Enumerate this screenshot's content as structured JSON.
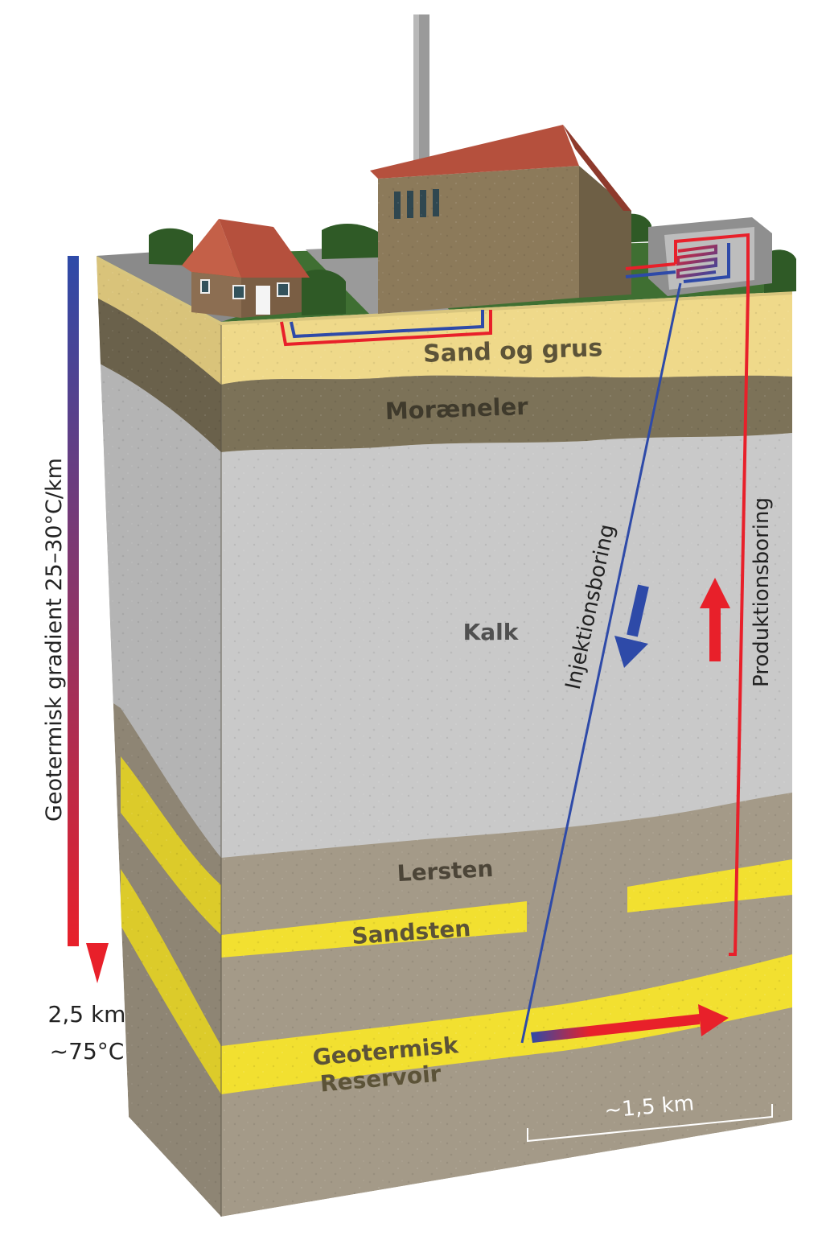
{
  "layers": {
    "sand": "Sand og grus",
    "moraene": "Moræneler",
    "kalk": "Kalk",
    "lersten": "Lersten",
    "sandsten": "Sandsten",
    "reservoir_line1": "Geotermisk",
    "reservoir_line2": "Reservoir"
  },
  "wells": {
    "injection": "Injektionsboring",
    "production": "Produktionsboring"
  },
  "gradient": {
    "label": "Geotermisk gradient 25–30°C/km",
    "depth": "2,5 km",
    "temperature": "~75°C"
  },
  "scale": {
    "width": "~1,5 km"
  },
  "colors": {
    "cold": "#2e4aa8",
    "hot": "#e8202a",
    "sand": "#efd98a",
    "moraene": "#7c7258",
    "kalk": "#c9c9c9",
    "lersten": "#a79d8c",
    "sandsten": "#f2e030"
  }
}
